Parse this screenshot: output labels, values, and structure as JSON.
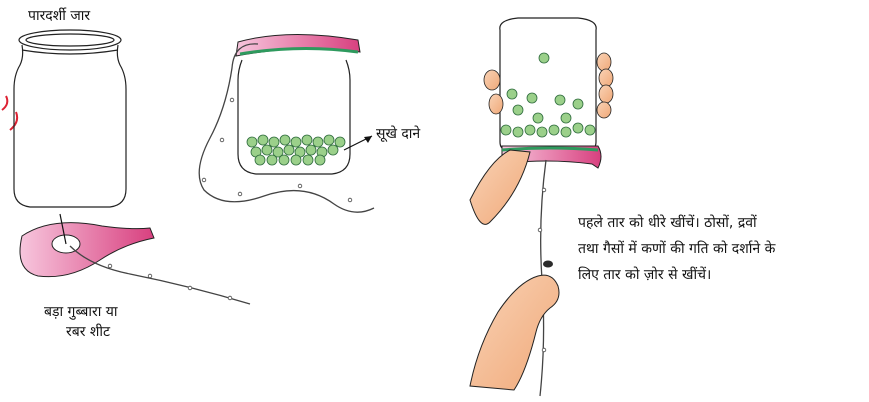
{
  "labels": {
    "jar": "पारदर्शी जार",
    "seeds": "सूखे दाने",
    "balloon_line1": "बड़ा गुब्बारा या",
    "balloon_line2": "रबर शीट"
  },
  "instruction": {
    "line1": "पहले तार को धीरे खींचें। ठोसों, द्रवों",
    "line2": "तथा गैसों में कणों की गति को दर्शाने के",
    "line3": "लिए तार को ज़ोर से खींचें।"
  },
  "colors": {
    "balloon": "#e0609a",
    "balloon_light": "#f7c6dd",
    "seed": "#9bd08a",
    "rim": "#2e9a5e",
    "skin": "#f4b48a",
    "nail": "#2b2b2b"
  }
}
